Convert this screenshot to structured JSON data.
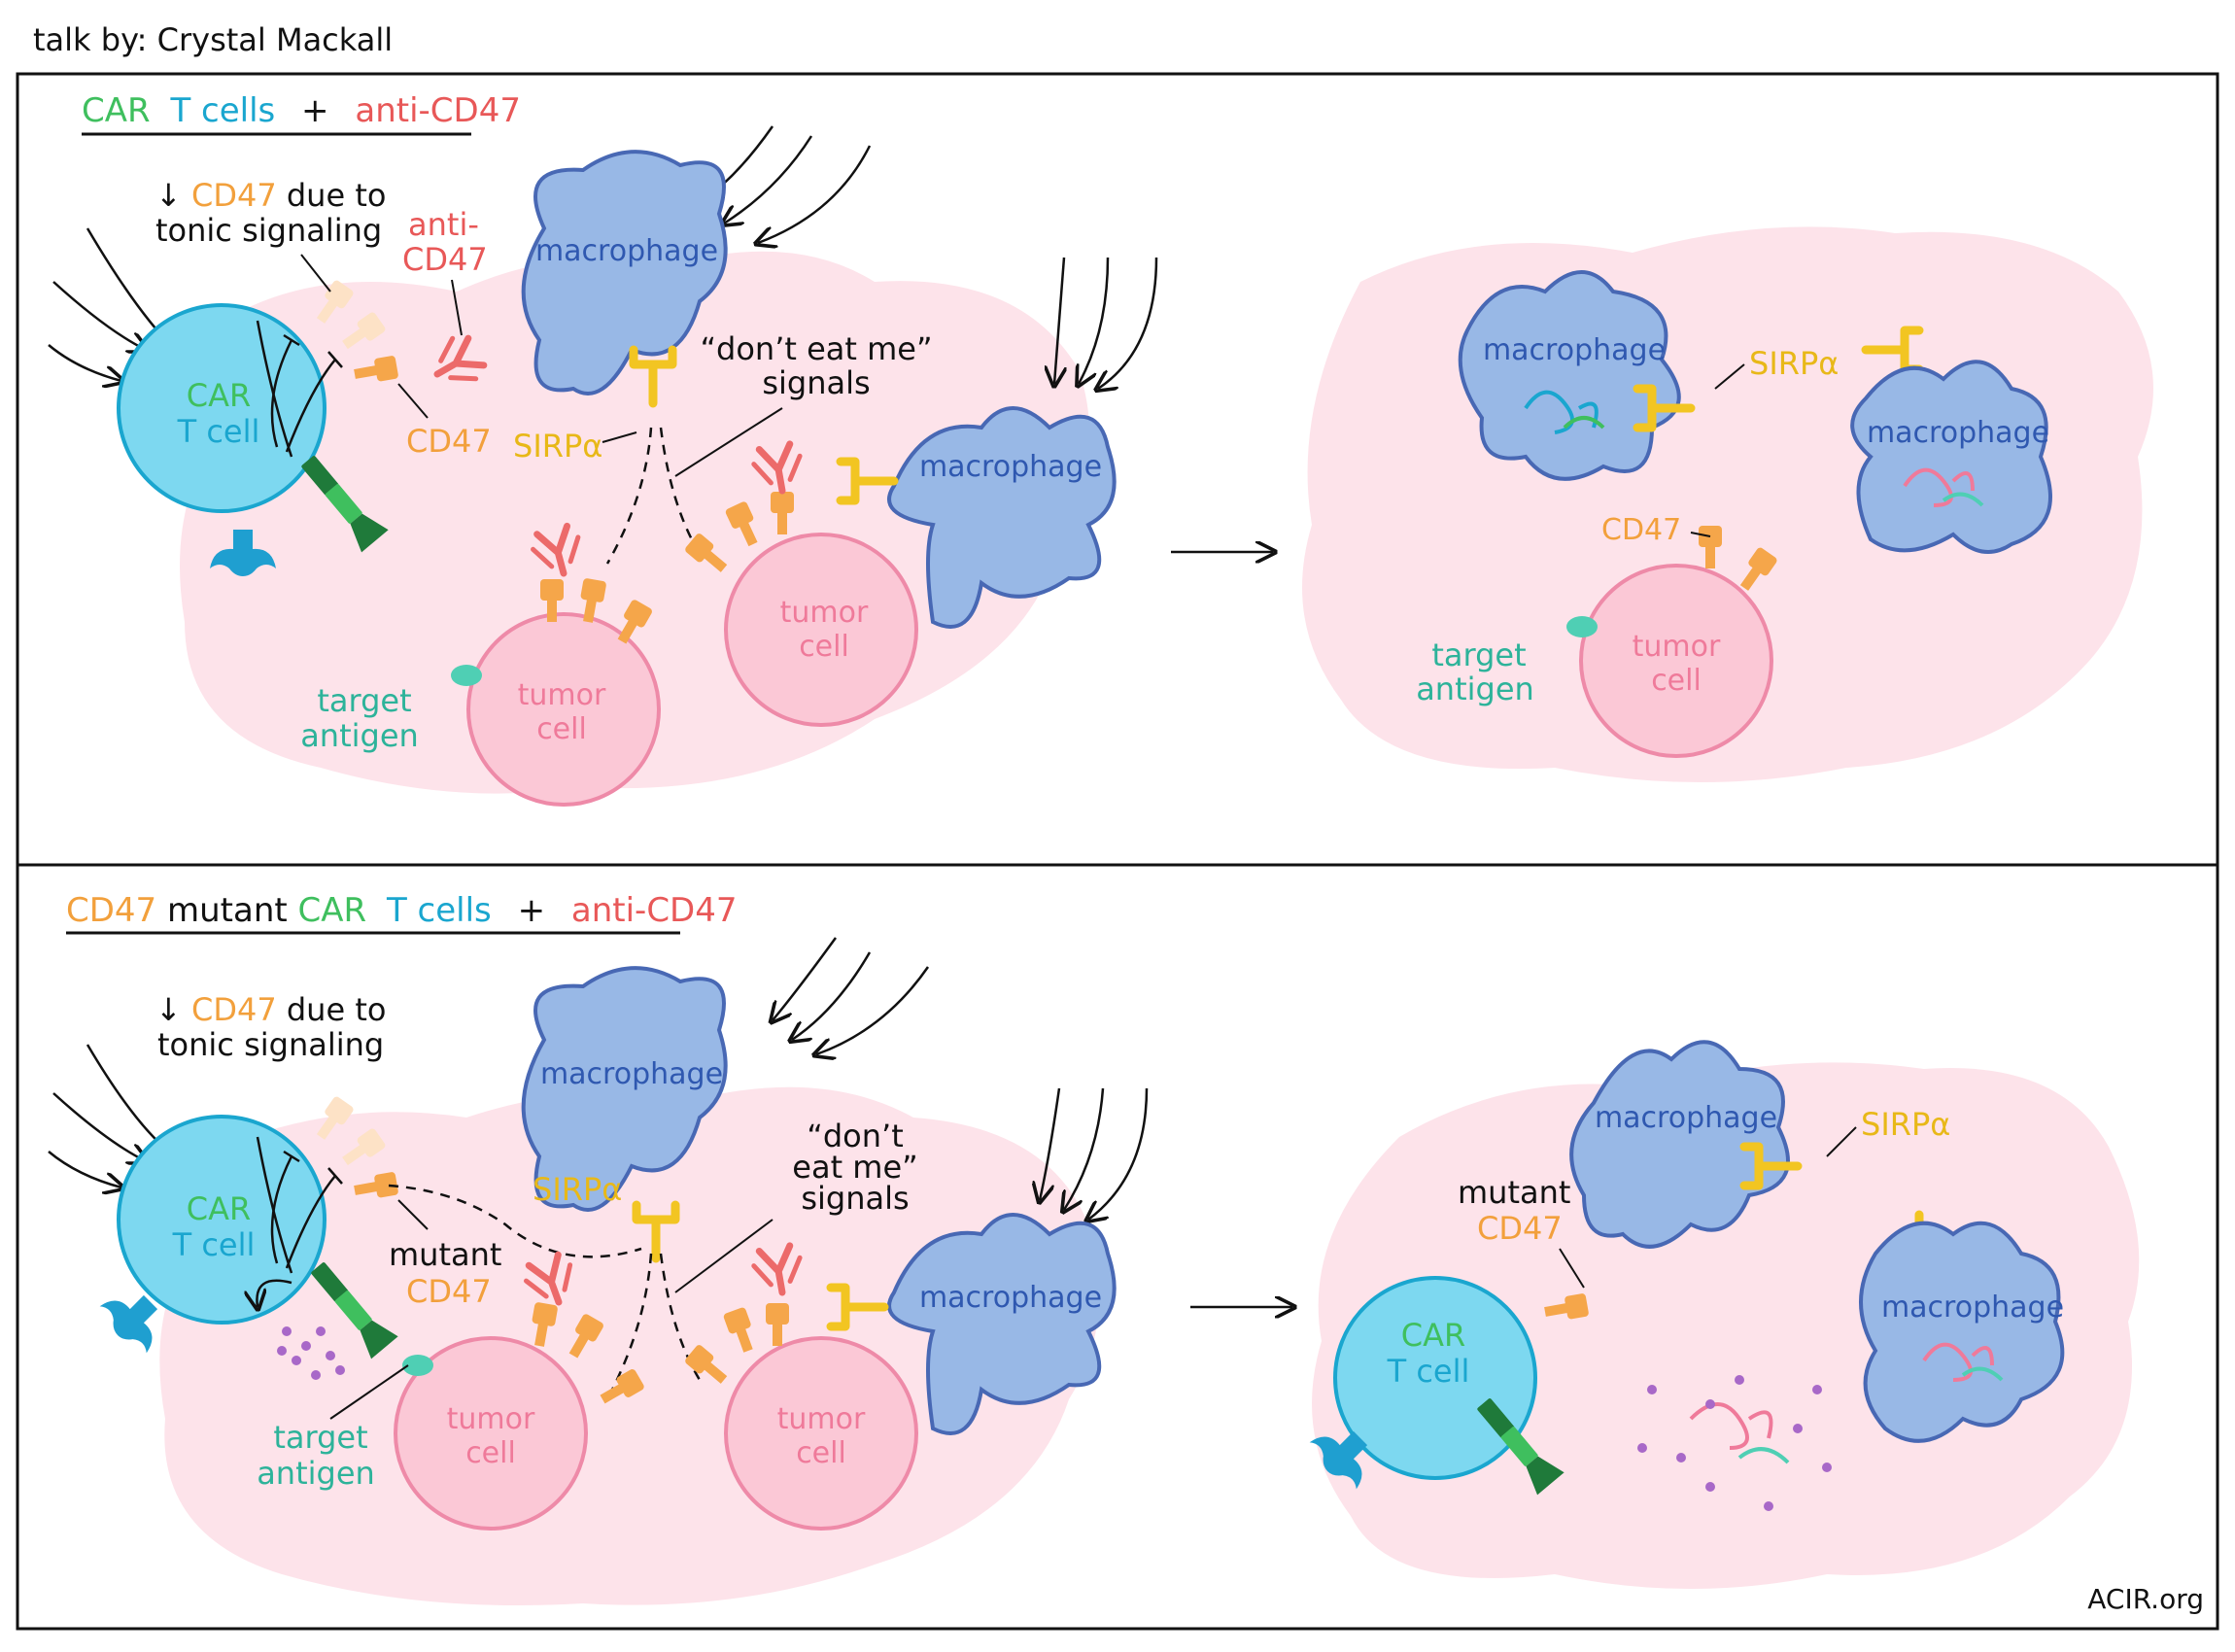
{
  "header": {
    "credit": "talk by: Crystal Mackall"
  },
  "footer": {
    "source": "ACIR.org"
  },
  "colors": {
    "pink_bg": "#fde3ea",
    "tcell": "#7dd8f0",
    "tcell_edge": "#1aa6cf",
    "macrophage": "#98b8e6",
    "macrophage_edge": "#4868b4",
    "tumor": "#fbc8d6",
    "tumor_edge": "#ee8aa8",
    "cd47": "#f5a64a",
    "cd47_faded": "#fde2c6",
    "sirpa": "#f2c522",
    "antibody": "#ec6a6a",
    "car_green": "#3fbf5e",
    "car_dark": "#1f7a3a",
    "receptor": "#1f9fd0",
    "antigen": "#4fcfb4",
    "cytokine": "#a868c8",
    "blue_text": "#2f58b0",
    "pink_text": "#ef7a9a",
    "teal_text": "#2db39a",
    "orange_text": "#f2a03c",
    "yellow_text": "#e8b818",
    "red_text": "#e85858"
  },
  "panel1": {
    "title": {
      "part1": "CAR",
      "part2": "T cells",
      "plus": "+",
      "part3": "anti-CD47"
    },
    "tcell": {
      "line1": "CAR",
      "line2": "T cell"
    },
    "tonic": {
      "arrow": "↓",
      "cd47": "CD47",
      "rest1": " due to",
      "line2": "tonic signaling"
    },
    "anti_cd47": {
      "line1": "anti-",
      "line2": "CD47"
    },
    "cd47_label": "CD47",
    "sirpa_label": "SIRPα",
    "macrophage": "macrophage",
    "dont_eat": {
      "line1": "“don’t eat me”",
      "line2": "signals"
    },
    "tumor": {
      "line1": "tumor",
      "line2": "cell"
    },
    "target_antigen": {
      "line1": "target",
      "line2": "antigen"
    },
    "right": {
      "macrophage": "macrophage",
      "sirpa_label": "SIRPα",
      "cd47_label": "CD47",
      "tumor": {
        "line1": "tumor",
        "line2": "cell"
      },
      "target_antigen": {
        "line1": "target",
        "line2": "antigen"
      }
    }
  },
  "panel2": {
    "title": {
      "part0": "CD47",
      "part0b": " mutant ",
      "part1": "CAR",
      "part2": "T cells",
      "plus": "+",
      "part3": "anti-CD47"
    },
    "tcell": {
      "line1": "CAR",
      "line2": "T cell"
    },
    "tonic": {
      "arrow": "↓",
      "cd47": "CD47",
      "rest1": " due to",
      "line2": "tonic signaling"
    },
    "mutant_cd47": {
      "line1": "mutant",
      "line2": "CD47"
    },
    "sirpa_label": "SIRPα",
    "macrophage": "macrophage",
    "dont_eat": {
      "line1": "“don’t",
      "line2": "eat me”",
      "line3": "signals"
    },
    "tumor": {
      "line1": "tumor",
      "line2": "cell"
    },
    "target_antigen": {
      "line1": "target",
      "line2": "antigen"
    },
    "right": {
      "macrophage": "macrophage",
      "sirpa_label": "SIRPα",
      "mutant_cd47": {
        "line1": "mutant",
        "line2": "CD47"
      },
      "tcell": {
        "line1": "CAR",
        "line2": "T cell"
      }
    }
  }
}
